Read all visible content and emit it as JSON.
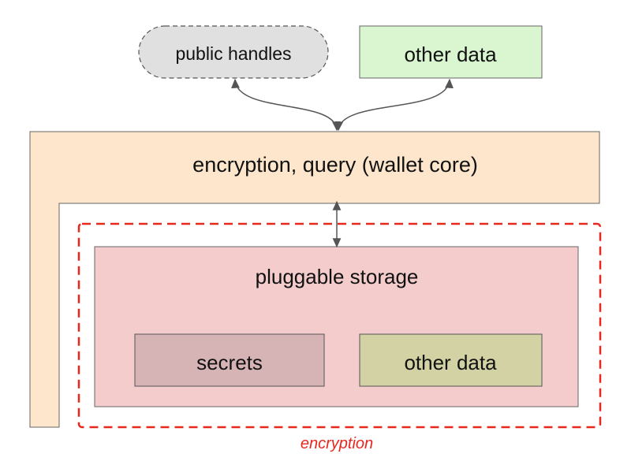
{
  "nodes": {
    "public_handles": {
      "label": "public handles",
      "fill": "#e0e0e0",
      "stroke": "#555555"
    },
    "other_data_top": {
      "label": "other data",
      "fill": "#d9f6d0",
      "stroke": "#666666"
    },
    "wallet_core": {
      "label": "encryption, query (wallet core)",
      "fill": "#fde6cc",
      "stroke": "#666666"
    },
    "pluggable_storage": {
      "label": "pluggable storage",
      "fill": "#f4cccc",
      "stroke": "#666666"
    },
    "secrets": {
      "label": "secrets",
      "fill": "#d6b4b6",
      "stroke": "#555555"
    },
    "other_data_inner": {
      "label": "other data",
      "fill": "#d3d2a4",
      "stroke": "#555555"
    }
  },
  "encryption_boundary": {
    "label": "encryption",
    "color": "#e8281e"
  },
  "edges": [
    {
      "from": "public handles",
      "to": "encryption, query (wallet core)",
      "style": "bidirectional"
    },
    {
      "from": "other data",
      "to": "encryption, query (wallet core)",
      "style": "bidirectional"
    },
    {
      "from": "encryption, query (wallet core)",
      "to": "pluggable storage",
      "style": "bidirectional"
    }
  ]
}
